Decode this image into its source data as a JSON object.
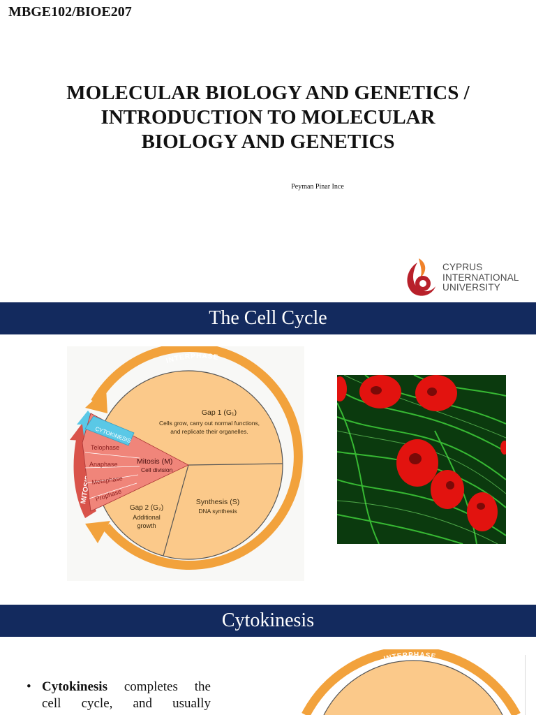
{
  "header": {
    "course_code": "MBGE102/BIOE207",
    "title": "MOLECULAR BIOLOGY AND GENETICS / INTRODUCTION TO MOLECULAR BIOLOGY AND GENETICS",
    "author": "Peyman Pinar Ince"
  },
  "logo": {
    "line1": "CYPRUS",
    "line2": "INTERNATIONAL",
    "line3": "UNIVERSITY"
  },
  "slide1": {
    "title": "The Cell Cycle",
    "diagram": {
      "interphase": "INTERPHASE",
      "mitosis_arrow": "MITOSIS",
      "cytokinesis": "CYTOKINESIS",
      "telophase": "Telophase",
      "anaphase": "Anaphase",
      "metaphase": "Metaphase",
      "prophase": "Prophase",
      "mitosis_label": "Mitosis (M)",
      "mitosis_desc": "Cell division",
      "g1_label": "Gap 1 (G₁)",
      "g1_desc_1": "Cells grow, carry out normal functions,",
      "g1_desc_2": "and replicate their organelles.",
      "s_label": "Synthesis (S)",
      "s_desc": "DNA synthesis",
      "g2_label": "Gap 2 (G₂)",
      "g2_desc_1": "Additional",
      "g2_desc_2": "growth"
    }
  },
  "slide2": {
    "title": "Cytokinesis",
    "interphase": "INTERPHASE",
    "bullet_bold": "Cytokinesis",
    "bullet_w1": "completes",
    "bullet_w2": "the",
    "bullet_w3": "cell",
    "bullet_w4": "cycle,",
    "bullet_w5": "and",
    "bullet_w6": "usually"
  },
  "colors": {
    "banner": "#132a5e",
    "interphase_arrow": "#f2a23c",
    "interphase_fill": "#fbc98a",
    "mitosis_red": "#e8695e",
    "cytokinesis_blue": "#5ac8e6"
  }
}
